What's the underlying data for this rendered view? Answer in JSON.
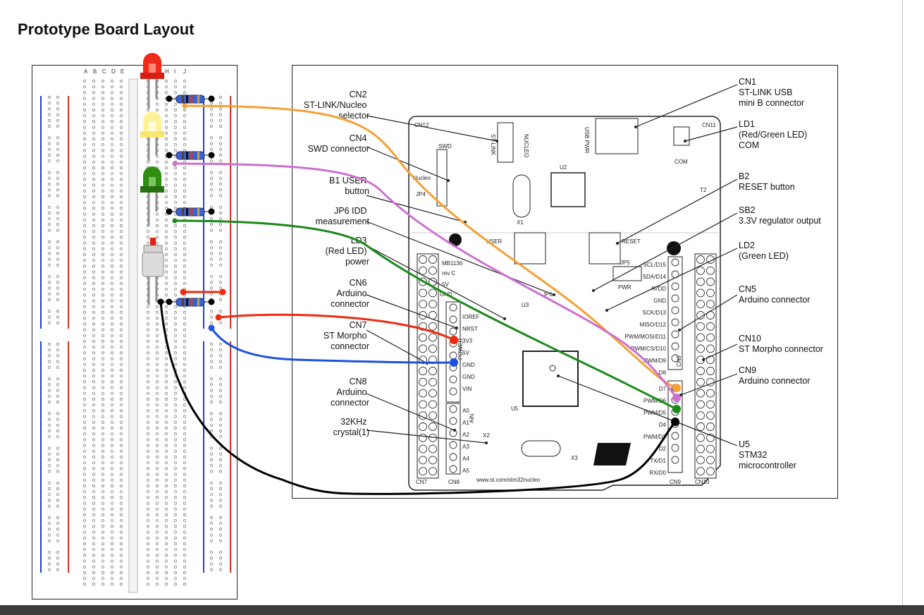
{
  "page": {
    "title": "Prototype Board Layout"
  },
  "breadboard": {
    "column_letters_left": [
      "A",
      "B",
      "C",
      "D",
      "E"
    ],
    "column_letters_right": [
      "H",
      "I",
      "J"
    ]
  },
  "callouts": {
    "cn2": [
      "CN2",
      "ST-LINK/Nucleo",
      "selector"
    ],
    "cn4": [
      "CN4",
      "SWD connector"
    ],
    "b1": [
      "B1 USER",
      "button"
    ],
    "jp6": [
      "JP6 IDD",
      "measurement"
    ],
    "ld3": [
      "LD3",
      "(Red LED)",
      "power"
    ],
    "cn6": [
      "CN6",
      "Arduino",
      "connector"
    ],
    "cn7": [
      "CN7",
      "ST Morpho",
      "connector"
    ],
    "cn8": [
      "CN8",
      "Arduino",
      "connector"
    ],
    "crystal": [
      "32KHz",
      "crystal(1)"
    ],
    "cn1": [
      "CN1",
      "ST-LINK USB",
      "mini B connector"
    ],
    "ld1": [
      "LD1",
      "(Red/Green LED)",
      "COM"
    ],
    "b2": [
      "B2",
      "RESET button"
    ],
    "sb2": [
      "SB2",
      "3.3V regulator output"
    ],
    "ld2": [
      "LD2",
      "(Green LED)"
    ],
    "cn5": [
      "CN5",
      "Arduino connector"
    ],
    "cn10": [
      "CN10",
      "ST Morpho connector"
    ],
    "cn9": [
      "CN9",
      "Arduino connector"
    ],
    "u5": [
      "U5",
      "STM32",
      "microcontroller"
    ]
  },
  "board_silkscreen": {
    "url": "www.st.com/stm32nucleo",
    "model": "MB1136",
    "rev": "rev C",
    "st_link": "ST-LINK",
    "nucleo": "NUCLEO",
    "nucleo_logo": "Nucleo",
    "swd": "SWD",
    "power": "POWER",
    "ain": "AIN",
    "user": "USER",
    "reset": "RESET",
    "pwr": "PWR",
    "com": "COM",
    "usb_pwr": "USB PWR",
    "chip_labels": [
      "U2",
      "U3",
      "U5",
      "X1",
      "X2",
      "X3",
      "T2",
      "JP4",
      "JP5",
      "JP6",
      "CN12",
      "CN11"
    ],
    "cn6_pins": [
      "IOREF",
      "NRST",
      "3V3",
      "5V",
      "GND",
      "GND",
      "VIN"
    ],
    "cn8_pins": [
      "A0",
      "A1",
      "A2",
      "A3",
      "A4",
      "A5"
    ],
    "cn5_pins": [
      "SCL/D15",
      "SDA/D14",
      "AVDD",
      "GND",
      "SCK/D13",
      "MISO/D12",
      "PWM/MOSI/D11",
      "PWM/CS/D10",
      "PWM/D9",
      "D8"
    ],
    "cn9_pins": [
      "D7",
      "PWM/D6",
      "PWM/D5",
      "D4",
      "PWM/D3",
      "D2",
      "TX/D1",
      "RX/D0"
    ],
    "connector_bottom": [
      "CN7",
      "CN8",
      "CN9",
      "CN10"
    ],
    "cn5_label": "CN5",
    "power_pin": "5V",
    "gnd_pin": "GND"
  },
  "colors": {
    "orange_wire": "#f5a033",
    "violet_wire": "#cc6fd1",
    "green_wire": "#1a8a1a",
    "black_wire": "#000000",
    "red_wire": "#ee2a10",
    "blue_wire": "#1c52e0",
    "red_led": "#f0291a",
    "yellow_led": "#fdf29a",
    "green_led": "#2f8d12",
    "rail_red": "#e0301e",
    "rail_blue": "#1f3fd0"
  }
}
